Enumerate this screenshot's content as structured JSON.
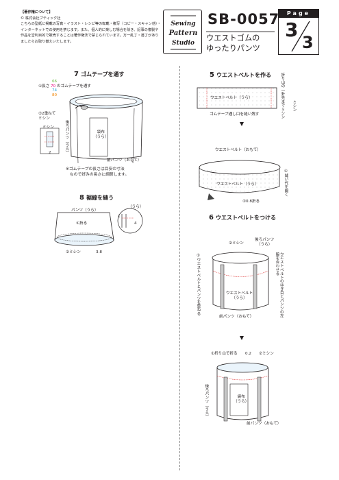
{
  "copyright": {
    "heading": "【著作権について】",
    "owner": "© 株式会社ブティック社",
    "body": "こちらの型紙に掲載の写真・イラスト・レシピ等の転載・複写（コピー・スキャン他）・インターネットでの使用を禁じます。また、個人的に楽しむ場合を除き、記事の複製や作品を営利目的で販売することは著作権法で禁じられています。万一乱丁・落丁がありましたらお取り替えいたします。"
  },
  "logo": {
    "line1": "Sewing",
    "line2": "Pattern",
    "line3": "Studio"
  },
  "header": {
    "code": "SB-0057",
    "title_line1": "ウエストゴムの",
    "title_line2": "ゆったりパンツ",
    "page_label": "Page",
    "page_current": "3",
    "page_total": "3"
  },
  "step7": {
    "num": "7",
    "title": "ゴムテープを通す",
    "length_prefix": "①長さ",
    "length_suffix": "のゴムテープを通す",
    "sizes": [
      "66",
      "70",
      "74",
      "80"
    ],
    "size_colors": [
      "#6cbe45",
      "#e6007e",
      "#1ea0dc",
      "#f08300"
    ],
    "overlap_label": "②2重ねて\nミシン",
    "sew_label": "ミシン",
    "sew_num": "2",
    "back_pants": "後ろパンツ（うら）",
    "pocket": "袋布\n（うら）",
    "front_pants": "前パンツ（おもて）",
    "note": "※ゴムテープの長さは目安の寸法\n　なので好みの長さに調節します。"
  },
  "step8": {
    "num": "8",
    "title": "裾線を縫う",
    "pants": "パンツ（うら）",
    "fold": "①折る",
    "sew": "②ミシン",
    "hem": "3.8",
    "zoom_ura": "（うら）",
    "zoom_1": "1",
    "zoom_4": "4"
  },
  "step5": {
    "num": "5",
    "title": "ウエストベルトを作る",
    "belt_ura": "ウエストベルト（うら）",
    "leave_open": "ゴムテープ通し口を縫い残す",
    "fold_note": "折り山の一針先までミシン",
    "sew": "ミシン",
    "belt_omote": "ウエストベルト（おもて）",
    "belt_ura2": "ウエストベルト（うら）",
    "open_seam": "①縫い代を開く",
    "sew_08": "②0.8折る"
  },
  "step6": {
    "num": "6",
    "title": "ウエストベルトをつける",
    "sew": "②ミシン",
    "back_pants": "後ろパンツ\n（うら）",
    "overlap": "①ウエストベルトとパンツを重ねる",
    "match": "ウエストベルトのはぎ目とパンツの左脇を合わせる",
    "belt_ura": "ウエストベルト\n（うら）",
    "front_pants": "前パンツ（おもて）",
    "fold_bottom": "①折り山で折る",
    "seam_02": "0.2",
    "sew2": "②ミシン",
    "back_pants2": "後ろパンツ（うら）",
    "pocket": "袋布\n（うら）",
    "front_pants2": "前パンツ（おもて）"
  }
}
